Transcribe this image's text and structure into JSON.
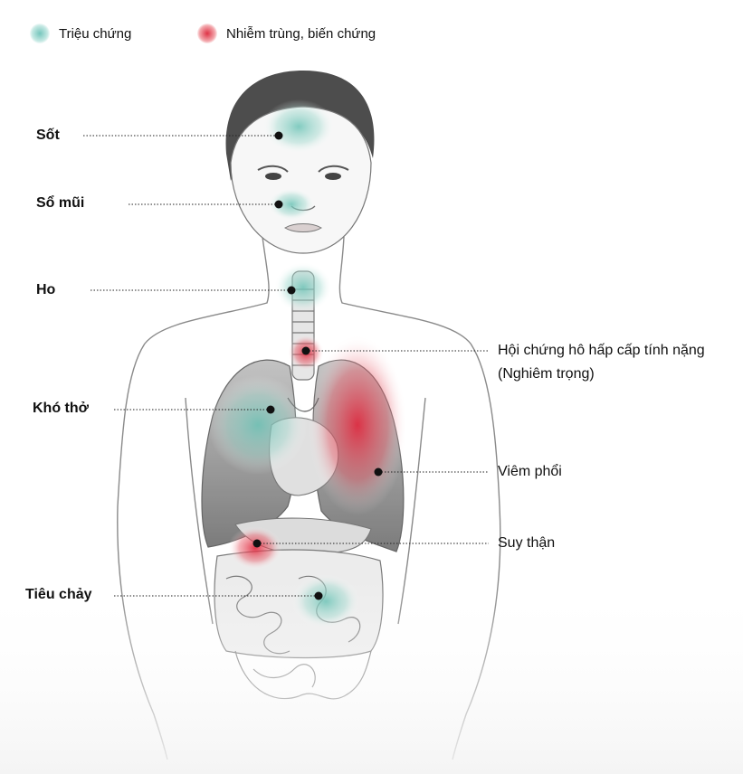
{
  "legend": {
    "symptom_label": "Triệu chứng",
    "infection_label": "Nhiễm trùng, biến chứng",
    "symptom_color": "#7fcabd",
    "infection_color": "#dd2a3c"
  },
  "symptoms": {
    "fever": "Sốt",
    "runny_nose": "Sổ mũi",
    "cough": "Ho",
    "breathing": "Khó thở",
    "diarrhea": "Tiêu chảy"
  },
  "complications": {
    "ards_line1": "Hội chứng hô hấp cấp tính nặng",
    "ards_line2": "(Nghiêm trọng)",
    "pneumonia": "Viêm phổi",
    "kidney": "Suy thận"
  }
}
